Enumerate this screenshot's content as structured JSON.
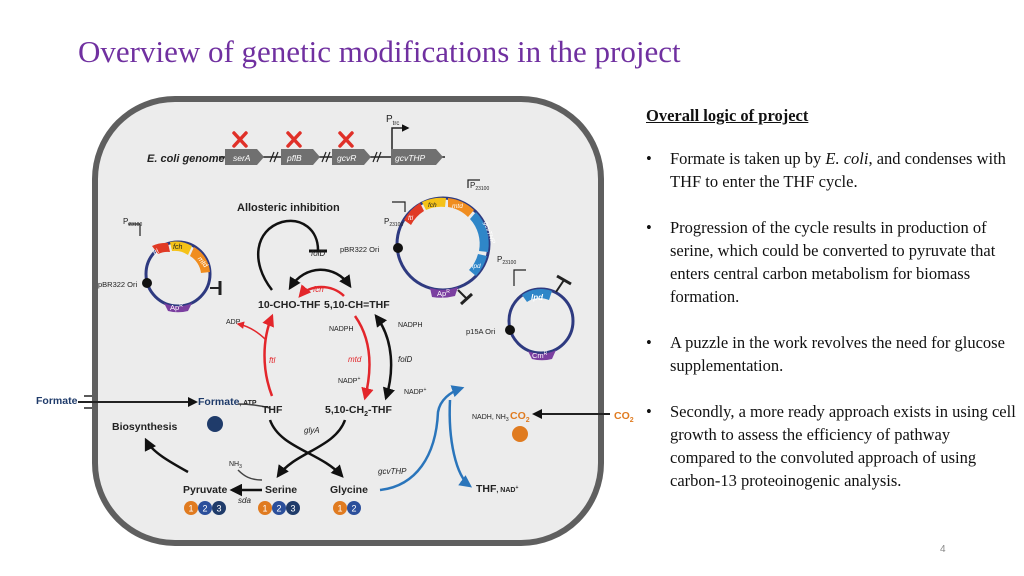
{
  "slide": {
    "title": "Overview of genetic modifications in the project",
    "page_number": "4"
  },
  "logic": {
    "heading": "Overall logic of project",
    "bullets": [
      {
        "pre": "Formate is taken up by ",
        "em": "E. coli",
        "post": ", and condenses with THF to enter the THF cycle."
      },
      {
        "pre": "Progression of the cycle results in production of serine, which could be converted to pyruvate that enters central carbon metabolism for biomass formation.",
        "em": "",
        "post": ""
      },
      {
        "pre": "A puzzle in the work revolves the need for glucose supplementation.",
        "em": "",
        "post": ""
      },
      {
        "pre": "Secondly, a more ready approach exists in using cell growth to assess the efficiency of pathway compared to the convoluted approach of using carbon-13 proteoinogenic analysis.",
        "em": "",
        "post": ""
      }
    ]
  },
  "figure": {
    "genome": {
      "label": "E. coli genome",
      "genes": [
        "serA",
        "pflB",
        "gcvR",
        "gcvTHP"
      ],
      "promoter_main": "P",
      "promoter_sub": "trc"
    },
    "plasmid1": {
      "promoter_main": "P",
      "promoter_sub": "23100",
      "genes": [
        "ftl",
        "fch",
        "mtd"
      ],
      "ori": "pBR322 Ori",
      "resistance": "Ap",
      "resistance_sup": "R"
    },
    "plasmid2": {
      "promoter1_main": "P",
      "promoter1_sub": "23100",
      "promoter2_main": "P",
      "promoter2_sub": "23100",
      "genes": [
        "ftl",
        "fch",
        "mtd",
        "gcvTHP",
        "lpd"
      ],
      "ori": "pBR322 Ori",
      "resistance": "Ap",
      "resistance_sup": "R"
    },
    "plasmid3": {
      "promoter_main": "P",
      "promoter_sub": "23100",
      "gene": "lpd",
      "ori": "p15A Ori",
      "resistance": "Cm",
      "resistance_sup": "R"
    },
    "cycle": {
      "allosteric": "Allosteric inhibition",
      "folD_top": "folD",
      "fch": "fch",
      "cho_thf": "10-CHO-THF",
      "ch_thf": "5,10-CH=THF",
      "adp": "ADP",
      "nadph_left": "NADPH",
      "nadph_right": "NADPH",
      "ftl": "ftl",
      "mtd": "mtd",
      "folD_right": "folD",
      "nadp_left": "NADP",
      "nadp_right": "NADP",
      "nadp_sup": "+",
      "formate_atp": "Formate",
      "atp": ", ATP",
      "thf": "THF",
      "ch2_main": "5,10-CH",
      "ch2_sub": "2",
      "ch2_tail": "-THF",
      "glyA": "glyA",
      "gcvTHP": "gcvTHP",
      "nadh_nh3": "NADH, NH",
      "nh3_sub": "3",
      "co2_inner_main": "CO",
      "co2_inner_sub": "2",
      "thf_nad": "THF",
      "nad_label": ", NAD",
      "nad_sup": "+"
    },
    "outside": {
      "formate": "Formate",
      "co2_main": "CO",
      "co2_sub": "2"
    },
    "lower": {
      "biosynthesis": "Biosynthesis",
      "nh3_main": "NH",
      "nh3_sub": "3",
      "sda": "sda",
      "pyruvate": "Pyruvate",
      "serine": "Serine",
      "glycine": "Glycine",
      "carbons": [
        "1",
        "2",
        "3"
      ]
    },
    "colors": {
      "membrane": "#5f5f5f",
      "cell_fill": "#ececec",
      "red_arrow": "#e3262b",
      "blue_arrow": "#2a75bb",
      "formate_ball": "#1f3b6a",
      "carbon1": "#e07b20",
      "carbon2": "#2b4f9b",
      "carbon3": "#1f3b6a",
      "plasmid_circle": "#2e3a80",
      "gene_red": "#e03a25",
      "gene_orange": "#f08d20",
      "gene_yellow": "#f5c218",
      "gene_purple": "#7b3fa0",
      "gene_blue": "#2f86c8",
      "gene_gray": "#707070",
      "cross": "#e03028",
      "title_purple": "#7030a0"
    }
  }
}
